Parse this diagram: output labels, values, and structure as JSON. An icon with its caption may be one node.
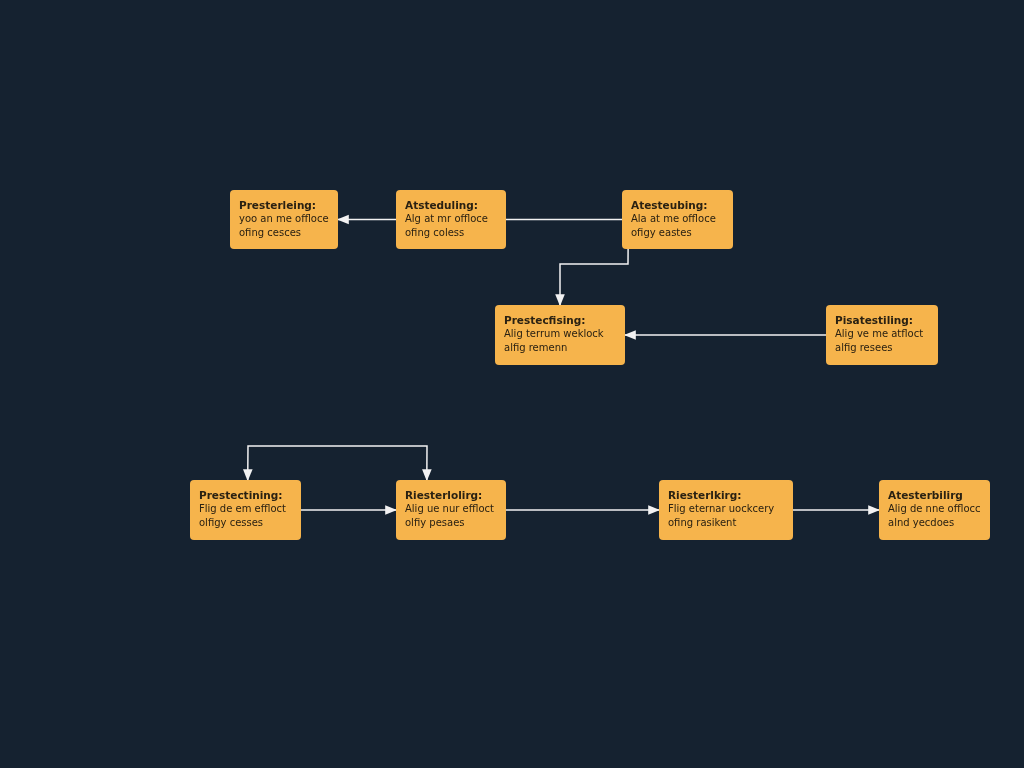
{
  "diagram": {
    "nodes": [
      {
        "text": [
          "Presterleing:",
          "yoo an me offloce ofing cesces"
        ]
      },
      {
        "text": [
          "Atsteduling:",
          "Alg at mr offloce ofing coless"
        ]
      },
      {
        "text": [
          "Atesteubing:",
          "Ala at me offloce ofigy eastes"
        ]
      },
      {
        "text": [
          "Prestecfising:",
          "Alig terrum weklock alfig remenn"
        ]
      },
      {
        "text": [
          "Pisatestiling:",
          "Alig ve me atfloct alfig resees"
        ]
      },
      {
        "text": [
          "Prestectining:",
          "Flig de em effloct olfigy cesses"
        ]
      },
      {
        "text": [
          "Riesterlolirg:",
          "Alig ue nur effloct olfiy pesaes"
        ]
      },
      {
        "text": [
          "Riesterlkirg:",
          "Flig eternar uockcery ofing rasikent"
        ]
      },
      {
        "text": [
          "Atesterbilirg",
          "Alig de nne offlocc alnd yecdoes"
        ]
      }
    ],
    "edges": [
      {
        "from": 1,
        "to": 0,
        "arrow": "to"
      },
      {
        "from": 2,
        "to": 1,
        "arrow": "none"
      },
      {
        "from": 2,
        "to": 3,
        "arrow": "to"
      },
      {
        "from": 4,
        "to": 3,
        "arrow": "to"
      },
      {
        "from": 5,
        "to": 6,
        "arrow": "to"
      },
      {
        "from": 6,
        "to": 7,
        "arrow": "to"
      },
      {
        "from": 7,
        "to": 8,
        "arrow": "to"
      },
      {
        "from": 5,
        "to": 6,
        "arrow": "both"
      }
    ]
  }
}
